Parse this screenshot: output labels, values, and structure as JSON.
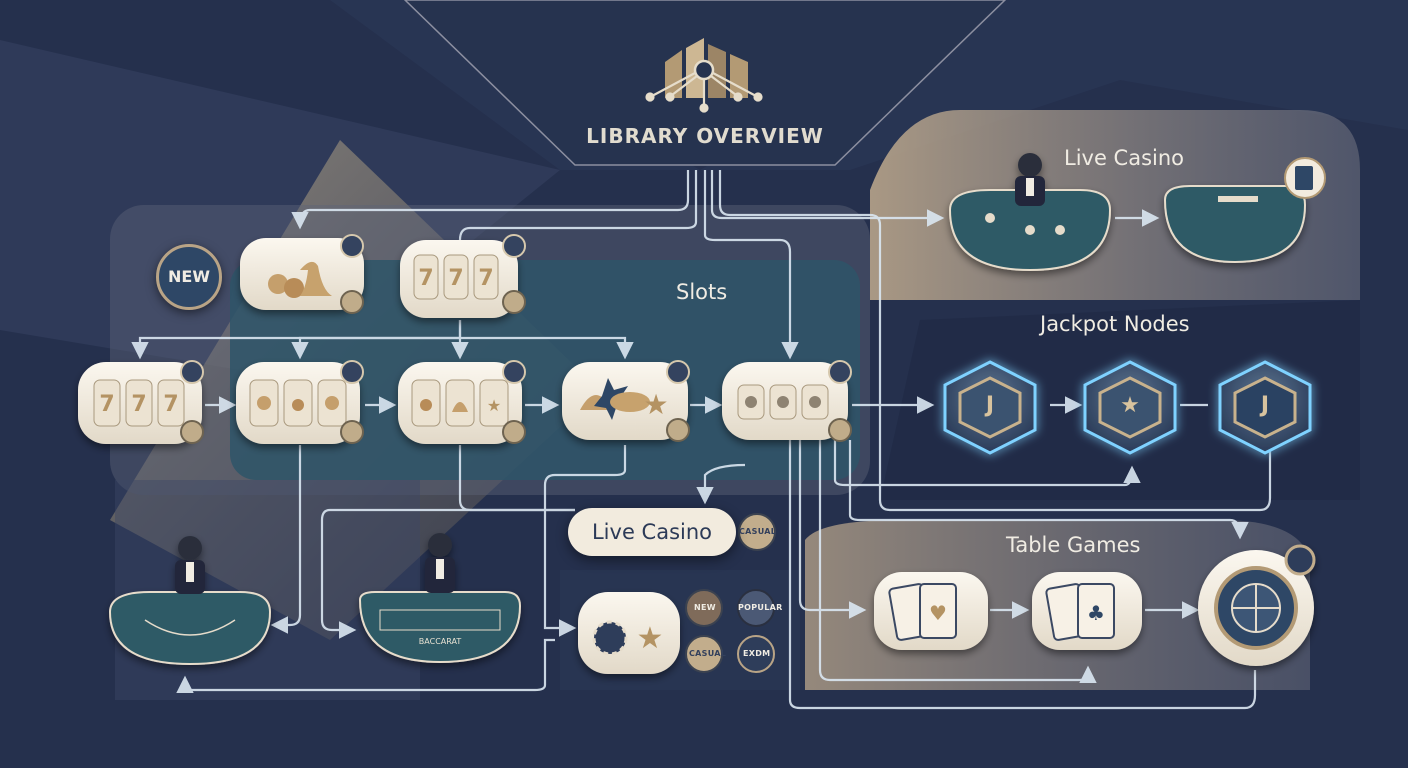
{
  "title": "LIBRARY OVERVIEW",
  "regions": {
    "live_casino_top": "Live Casino",
    "jackpot": "Jackpot Nodes",
    "slots": "Slots",
    "table_games": "Table Games",
    "live_casino_pill": "Live Casino"
  },
  "badges": {
    "new_large": "NEW",
    "casual_right": "CASUAL",
    "new_small": "NEW",
    "popular": "POPULAR",
    "casual_small": "CASUAL",
    "exdm": "EXDM"
  },
  "table_label": "BACCARAT",
  "jackpot_letters": [
    "J",
    "★",
    "J"
  ],
  "colors": {
    "navy": "#24314f",
    "teal_panel": "#2e5568",
    "cream": "#f2ebde",
    "gold": "#b39a74",
    "glow": "#7fd2ff",
    "line": "#dbe7f2"
  }
}
